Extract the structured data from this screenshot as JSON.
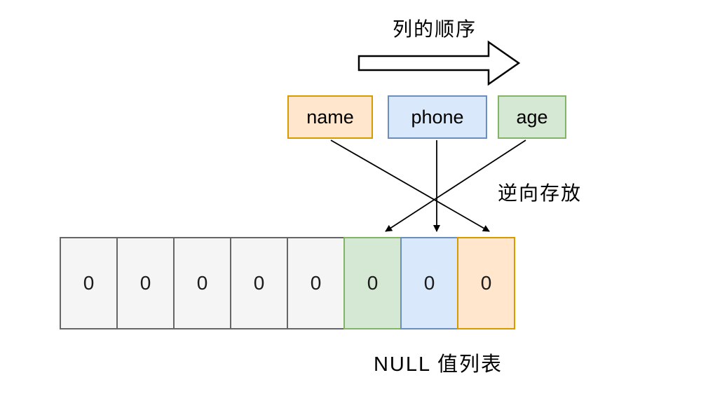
{
  "title": "列的顺序",
  "annotation": "逆向存放",
  "caption": "NULL 值列表",
  "columns": [
    {
      "label": "name",
      "color": "orange"
    },
    {
      "label": "phone",
      "color": "blue"
    },
    {
      "label": "age",
      "color": "green"
    }
  ],
  "cells": [
    {
      "value": "0",
      "color": "gray"
    },
    {
      "value": "0",
      "color": "gray"
    },
    {
      "value": "0",
      "color": "gray"
    },
    {
      "value": "0",
      "color": "gray"
    },
    {
      "value": "0",
      "color": "gray"
    },
    {
      "value": "0",
      "color": "green"
    },
    {
      "value": "0",
      "color": "blue"
    },
    {
      "value": "0",
      "color": "orange"
    }
  ],
  "colors": {
    "orange_fill": "#ffe6cc",
    "orange_border": "#d79b00",
    "blue_fill": "#dae8fc",
    "blue_border": "#6c8ebf",
    "green_fill": "#d5e8d4",
    "green_border": "#82b366",
    "gray_fill": "#f5f5f5",
    "gray_border": "#666666",
    "line": "#000000"
  }
}
